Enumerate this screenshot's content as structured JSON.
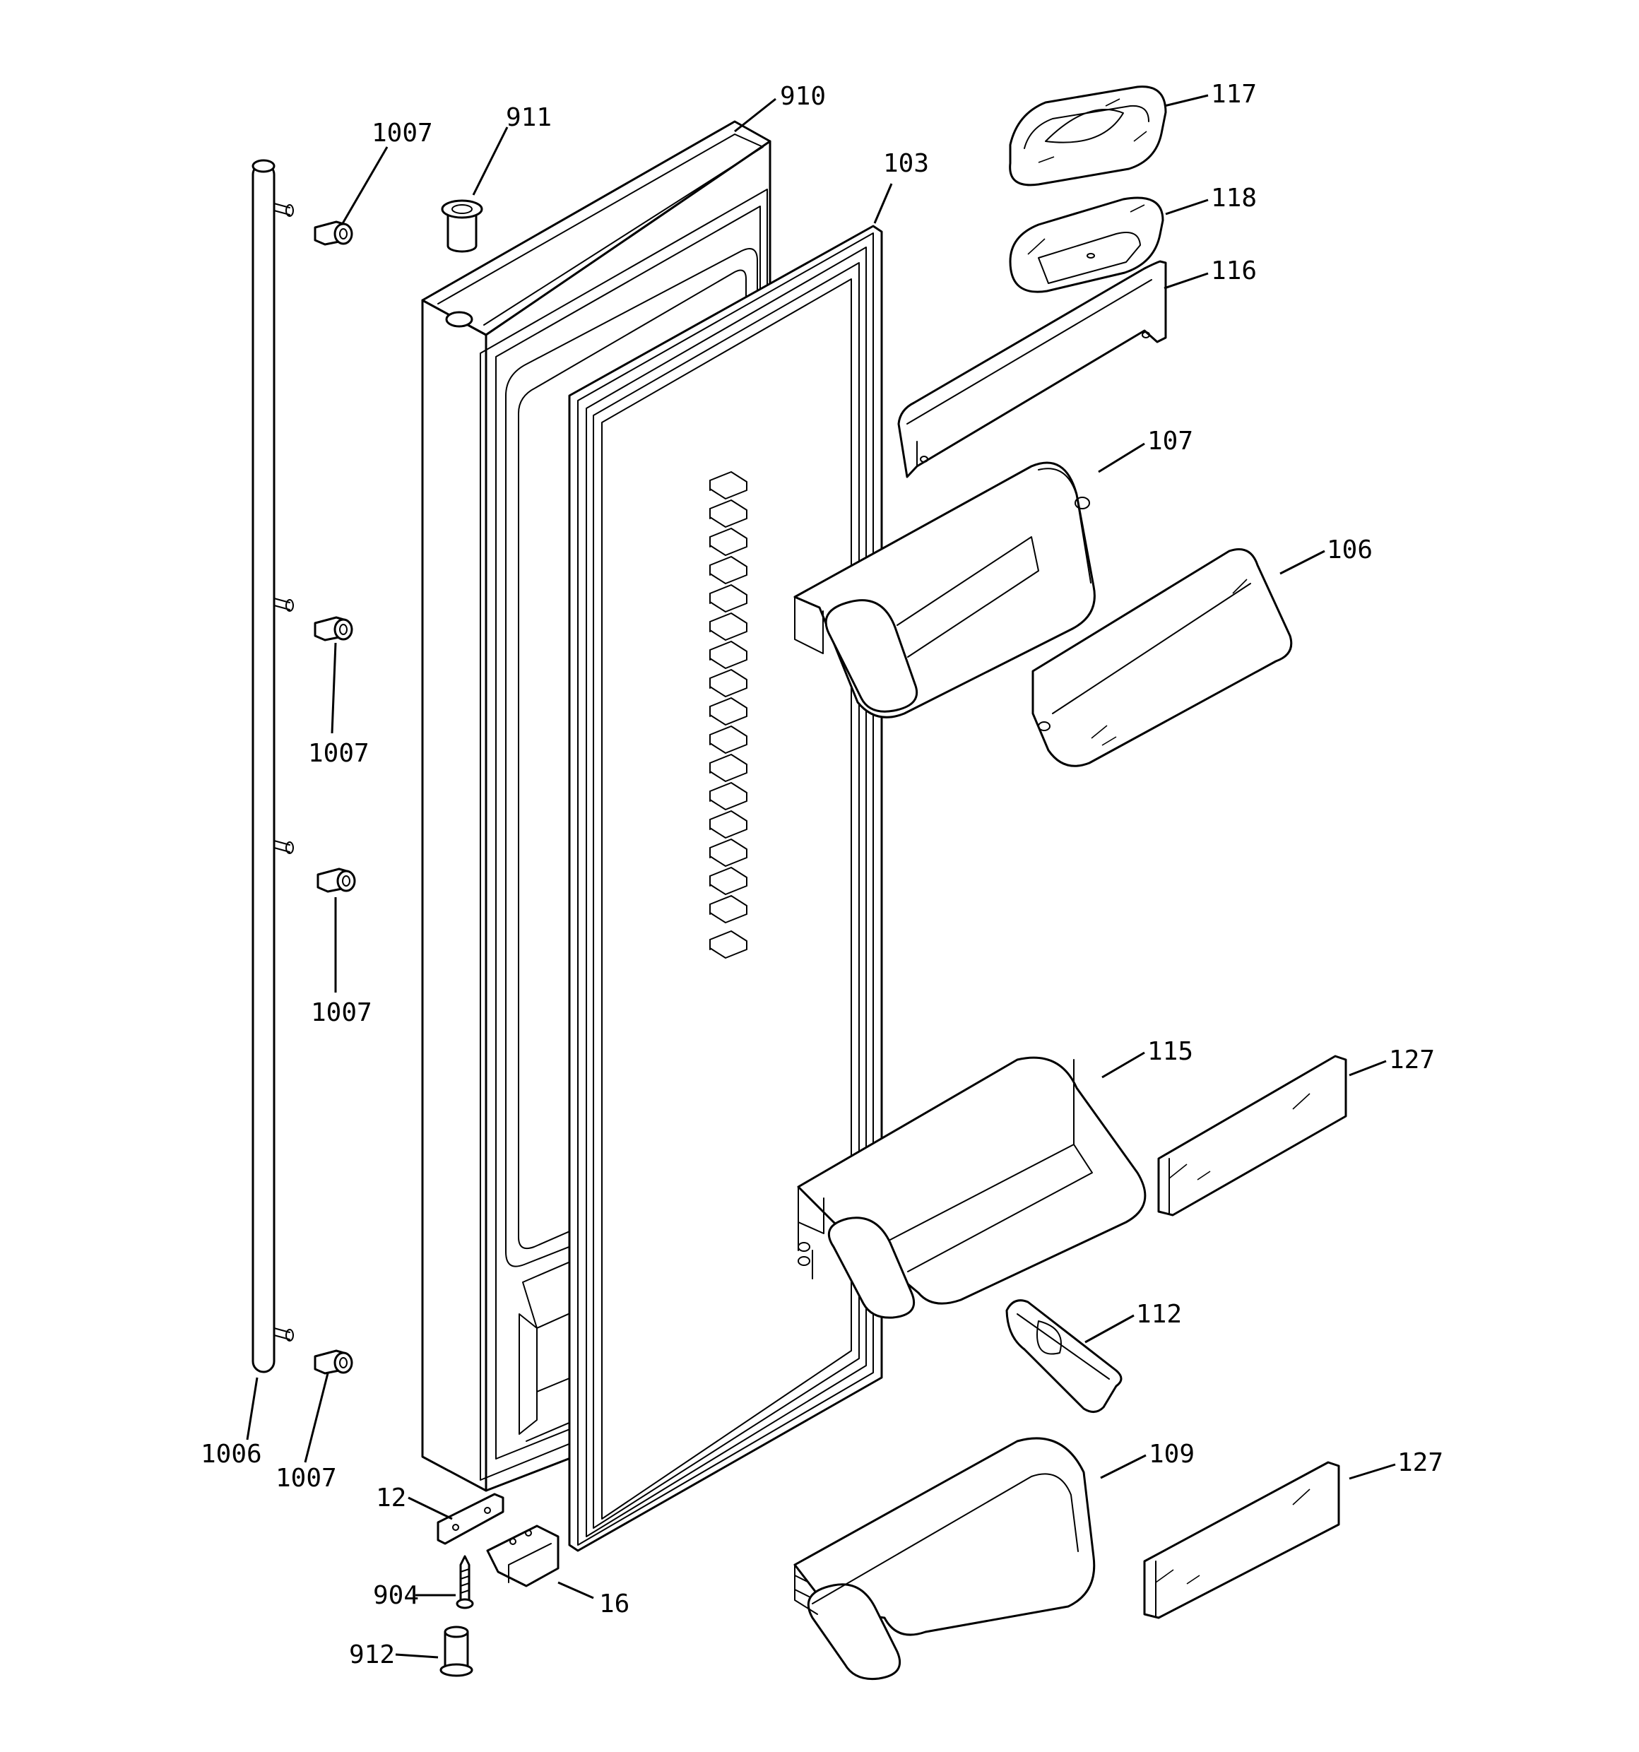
{
  "title": "",
  "labels": {
    "p1006": "1006",
    "p1007_a": "1007",
    "p1007_b": "1007",
    "p1007_c": "1007",
    "p1007_d": "1007",
    "p911": "911",
    "p910": "910",
    "p103": "103",
    "p117": "117",
    "p118": "118",
    "p116": "116",
    "p107": "107",
    "p106": "106",
    "p115": "115",
    "p127_a": "127",
    "p112": "112",
    "p109": "109",
    "p127_b": "127",
    "p12": "12",
    "p904": "904",
    "p16": "16",
    "p912": "912"
  }
}
